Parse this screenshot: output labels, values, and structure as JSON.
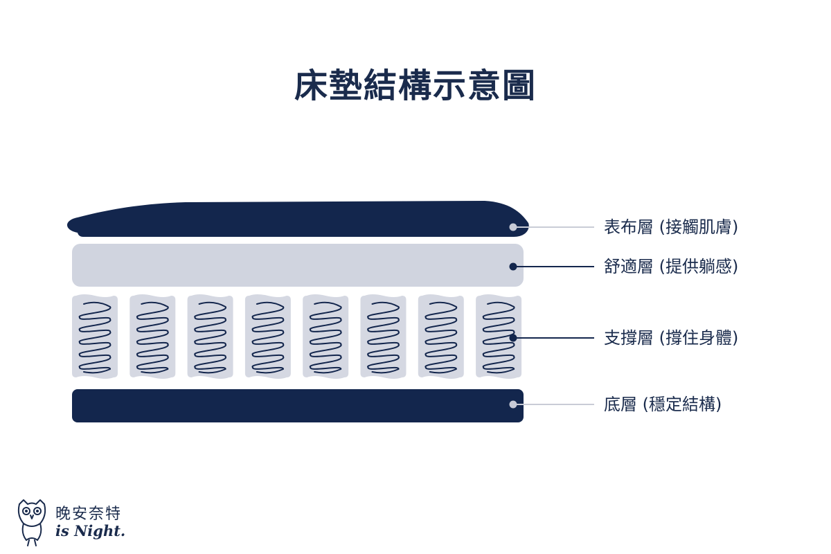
{
  "title": "床墊結構示意圖",
  "layers": [
    {
      "label": "表布層 (接觸肌膚)"
    },
    {
      "label": "舒適層 (提供躺感)"
    },
    {
      "label": "支撐層 (撐住身體)"
    },
    {
      "label": "底層 (穩定結構)"
    }
  ],
  "coil_count": 8,
  "brand": {
    "name_cn": "晚安奈特",
    "name_en": "is Night."
  },
  "colors": {
    "navy": "#13264d",
    "light_gray": "#d0d4df",
    "coil_gray": "#d5d8e2",
    "leader_line": "#c9ccd6",
    "marker_light": "#c7cad6"
  }
}
